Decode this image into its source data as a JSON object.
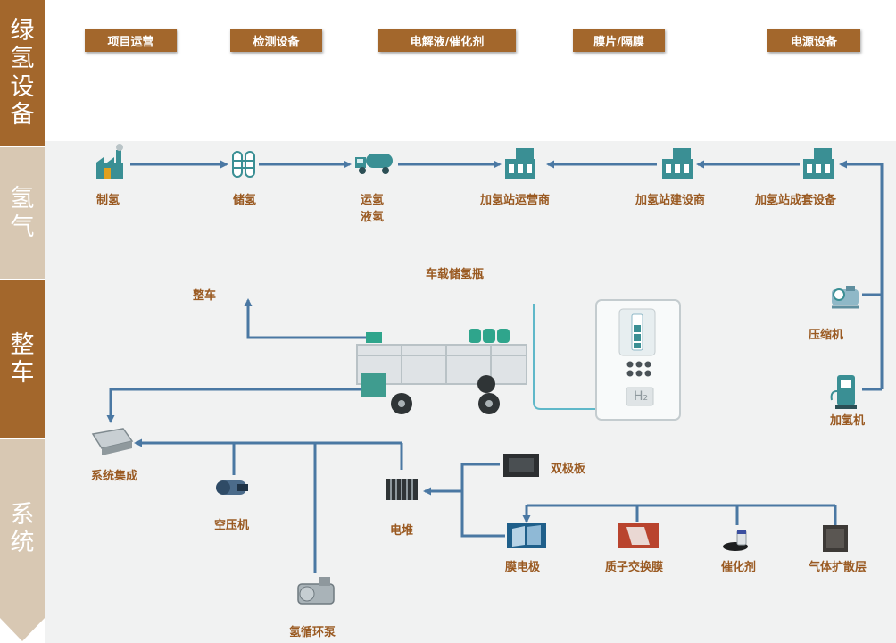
{
  "sidebar": {
    "green_equipment": [
      "绿",
      "氢",
      "设",
      "备"
    ],
    "hydrogen": [
      "氢",
      "气"
    ],
    "vehicle": [
      "整",
      "车"
    ],
    "system": [
      "系",
      "统"
    ]
  },
  "header": {
    "project_ops": "项目运营",
    "testing_equipment": "检测设备",
    "electrolyte_catalyst": "电解液/催化剂",
    "membrane_separator": "膜片/隔膜",
    "power_equipment": "电源设备"
  },
  "hydrogen_chain": {
    "production": "制氢",
    "storage": "储氢",
    "transport": "运氢",
    "liquid": "液氢",
    "station_operator": "加氢站运营商",
    "station_builder": "加氢站建设商",
    "station_equipment": "加氢站成套设备",
    "compressor": "压缩机",
    "dispenser": "加氢机"
  },
  "vehicle": {
    "onboard_tank": "车载储氢瓶",
    "complete_vehicle": "整车",
    "dispenser_screen_label": "H₂"
  },
  "system": {
    "integration": "系统集成",
    "air_compressor": "空压机",
    "hydrogen_pump": "氢循环泵",
    "stack": "电堆",
    "bipolar_plate": "双极板",
    "mea": "膜电极",
    "pem": "质子交换膜",
    "catalyst": "催化剂",
    "gdl": "气体扩散层"
  },
  "colors": {
    "brown": "#a3672c",
    "beige": "#d8c8b3",
    "label": "#9a5a22",
    "flow_line": "#4a78a3",
    "cable": "#5fb8c9",
    "icon_teal": "#3a8f94"
  }
}
